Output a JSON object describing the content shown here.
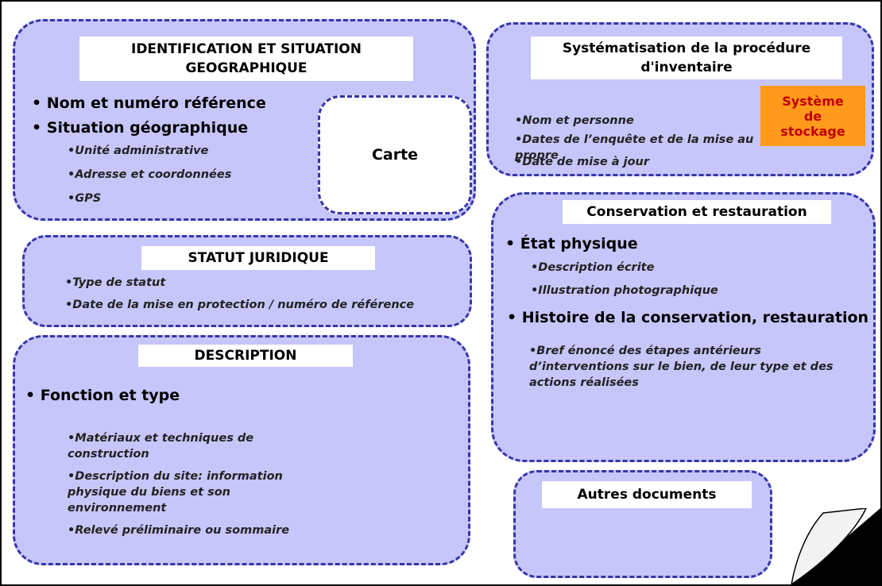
{
  "identification": {
    "title_line1": "IDENTIFICATION ET SITUATION",
    "title_line2": "GEOGRAPHIQUE",
    "item1": "Nom et numéro référence",
    "item2": "Situation géographique",
    "sub1": "Unité administrative",
    "sub2": "Adresse et coordonnées",
    "sub3": "GPS",
    "carte": "Carte"
  },
  "statut": {
    "title": "STATUT JURIDIQUE",
    "sub1": "Type de statut",
    "sub2": "Date de la mise en protection  / numéro de référence"
  },
  "description": {
    "title": "DESCRIPTION",
    "item1": "Fonction et type",
    "sub1": "Matériaux et techniques de construction",
    "sub2": "Description du site: information physique  du biens et son environnement",
    "sub3": "Relevé préliminaire ou sommaire"
  },
  "systematisation": {
    "title_line1": "Systématisation  de la procédure",
    "title_line2": "d'inventaire",
    "sub1": "Nom et personne",
    "sub2": "Dates de l’enquête et de la mise au propre",
    "sub3": "Date de mise à jour",
    "stockage": "Système\nde\nstockage"
  },
  "conservation": {
    "title": "Conservation et restauration",
    "item1": "État physique",
    "sub1": "Description écrite",
    "sub2": "Illustration photographique",
    "item2": "Histoire de la conservation, restauration",
    "sub3": "Bref énoncé des étapes antérieurs d’interventions sur le bien, de leur type et des actions réalisées"
  },
  "autres": {
    "title": "Autres documents"
  },
  "colors": {
    "box_fill": "#c6c6fa",
    "box_border": "#3636a8",
    "stockage_fill": "#ff9a1c",
    "stockage_text": "#c00000"
  }
}
